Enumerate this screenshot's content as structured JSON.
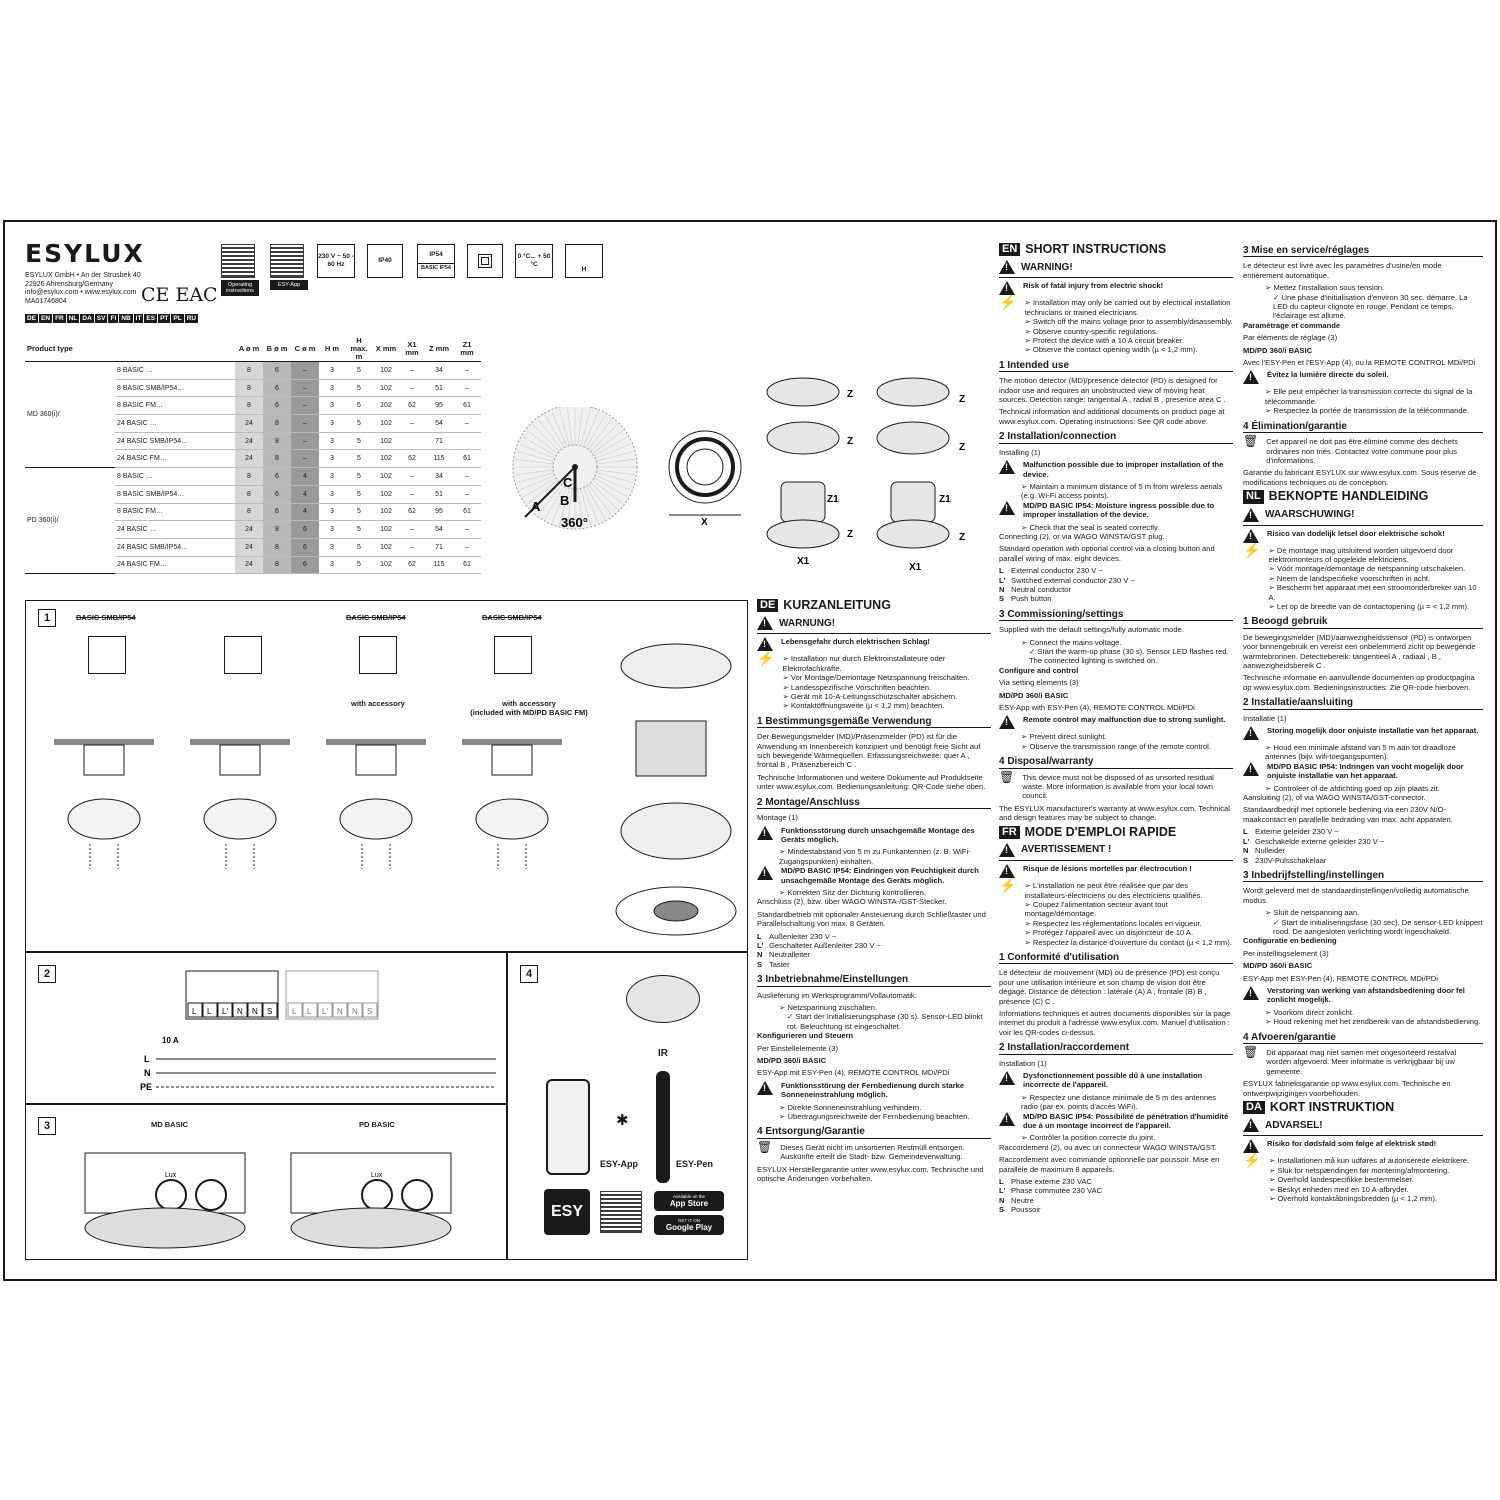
{
  "brand": {
    "logo": "ESYLUX",
    "address": [
      "ESYLUX GmbH • An der Strusbek 40",
      "22926 Ahrensburg/Germany",
      "info@esylux.com • www.esylux.com",
      "MA01746804"
    ],
    "marks": "CE EAC"
  },
  "languages": [
    "DE",
    "EN",
    "FR",
    "NL",
    "DA",
    "SV",
    "FI",
    "NB",
    "IT",
    "ES",
    "PT",
    "PL",
    "RU"
  ],
  "qr": [
    {
      "caption": "Operating instructions"
    },
    {
      "caption": "ESY-App"
    }
  ],
  "symbols": [
    {
      "text": "230 V ~ 50 - 60 Hz"
    },
    {
      "text": "IP40"
    },
    {
      "text": "IP54",
      "sub": "BASIC IP54"
    },
    {
      "text": "0 °C... + 50 °C"
    },
    {
      "text": "H"
    }
  ],
  "table": {
    "header": {
      "product": "Product type",
      "cols": [
        "A ø m",
        "B ø m",
        "C ø m",
        "H m",
        "H max. m",
        "X mm",
        "X1 mm",
        "Z mm",
        "Z1 mm"
      ]
    },
    "groups": [
      {
        "name": "MD 360(i)/",
        "rows": [
          [
            "8 BASIC …",
            "8",
            "6",
            "–",
            "3",
            "5",
            "102",
            "–",
            "34",
            "–"
          ],
          [
            "8 BASIC SMB/IP54…",
            "8",
            "6",
            "–",
            "3",
            "5",
            "102",
            "–",
            "51",
            "–"
          ],
          [
            "8 BASIC FM…",
            "8",
            "6",
            "–",
            "3",
            "5",
            "102",
            "62",
            "95",
            "61"
          ],
          [
            "24 BASIC …",
            "24",
            "8",
            "–",
            "3",
            "5",
            "102",
            "–",
            "54",
            "–"
          ],
          [
            "24 BASIC SMB/IP54…",
            "24",
            "8",
            "–",
            "3",
            "5",
            "102",
            "",
            "71",
            ""
          ],
          [
            "24 BASIC FM…",
            "24",
            "8",
            "–",
            "3",
            "5",
            "102",
            "62",
            "115",
            "61"
          ]
        ]
      },
      {
        "name": "PD 360(i)/",
        "rows": [
          [
            "8 BASIC …",
            "8",
            "6",
            "4",
            "3",
            "5",
            "102",
            "–",
            "34",
            "–"
          ],
          [
            "8 BASIC SMB/IP54…",
            "8",
            "6",
            "4",
            "3",
            "5",
            "102",
            "–",
            "51",
            "–"
          ],
          [
            "8 BASIC FM…",
            "8",
            "6",
            "4",
            "3",
            "5",
            "102",
            "62",
            "95",
            "61"
          ],
          [
            "24 BASIC …",
            "24",
            "8",
            "6",
            "3",
            "5",
            "102",
            "–",
            "54",
            "–"
          ],
          [
            "24 BASIC SMB/IP54…",
            "24",
            "8",
            "6",
            "3",
            "5",
            "102",
            "–",
            "71",
            "–"
          ],
          [
            "24 BASIC FM…",
            "24",
            "8",
            "6",
            "3",
            "5",
            "102",
            "62",
            "115",
            "61"
          ]
        ]
      }
    ]
  },
  "figures": {
    "detect": {
      "a": "A",
      "b": "B",
      "c": "C",
      "deg": "360°"
    },
    "x": "X",
    "z": "Z",
    "z1": "Z1",
    "x1": "X1"
  },
  "panels": {
    "p1": {
      "num": "1",
      "labels": [
        "BASIC SMB/IP54",
        "BASIC SMB/IP54",
        "BASIC SMB/IP54"
      ],
      "acc1": "with accessory",
      "acc2": "with accessory",
      "acc2b": "(included with MD/PD BASIC FM)"
    },
    "p2": {
      "num": "2",
      "terms1": [
        "L",
        "L",
        "L'",
        "N",
        "N",
        "S"
      ],
      "terms2": [
        "L",
        "L",
        "L'",
        "N",
        "N",
        "S"
      ],
      "lines": [
        "L",
        "N",
        "PE"
      ],
      "fuse": "10 A"
    },
    "p3": {
      "num": "3",
      "md": "MD BASIC",
      "pd": "PD BASIC",
      "lux": "Lux"
    },
    "p4": {
      "num": "4",
      "ir": "IR",
      "app": "ESY-App",
      "pen": "ESY-Pen",
      "esy": "ESY",
      "appstore": "App Store",
      "appstore_top": "Available on the",
      "play": "Google Play",
      "play_top": "GET IT ON"
    }
  },
  "de": {
    "tag": "DE",
    "title": "KURZANLEITUNG",
    "warning": "WARNUNG!",
    "risk": "Lebensgefahr durch elektrischen Schlag!",
    "risk_list": [
      "Installation nur durch Elektroinstallateure oder Elektrofachkräfte.",
      "Vor Montage/Demontage Netzspannung freischalten.",
      "Landesspezifische Vorschriften beachten.",
      "Gerät mit 10-A-Leitungsschutzschalter absichern.",
      "Kontaktöffnungsweite (µ < 1,2 mm) beachten."
    ],
    "h1": "1  Bestimmungsgemäße Verwendung",
    "p1": "Der Bewegungsmelder (MD)/Präsenzmelder (PD) ist für die Anwendung im Innenbereich konzipiert und benötigt freie Sicht auf sich bewegende Wärmequellen. Erfassungsreichweite: quer A , frontal B , Präsenzbereich C .",
    "p1b": "Technische Informationen und weitere Dokumente auf Produktseite unter www.esylux.com. Bedienungsanleitung: QR-Code siehe oben.",
    "h2": "2  Montage/Anschluss",
    "mont": "Montage (1)",
    "w1": "Funktionsstörung durch unsachgemäße Montage des Geräts möglich.",
    "w1l": "Mindestabstand von 5 m zu Funkantennen (z. B. WiFi-Zugangspunkten) einhalten.",
    "w2": "MD/PD BASIC IP54: Eindringen von Feuchtigkeit durch unsachgemäße Montage des Geräts möglich.",
    "w2l": "Korrekten Sitz der Dichtung kontrollieren.",
    "conn": "Anschluss (2), bzw. über WAGO WINSTA-/GST-Stecker.",
    "conn2": "Standardbetrieb mit optionaler Ansteuerung durch Schließtaster und Parallelschaltung von max. 8 Geräten.",
    "terms": [
      [
        "L",
        "Außenleiter 230 V ~"
      ],
      [
        "L'",
        "Geschalteter Außenleiter 230 V ~"
      ],
      [
        "N",
        "Neutralleiter"
      ],
      [
        "S",
        "Taster"
      ]
    ],
    "h3": "3  Inbetriebnahme/Einstellungen",
    "p3": "Auslieferung im Werksprogramm/Vollautomatik.",
    "p3l": "Netzspannung zuschalten.",
    "p3c": "Start der Initialisierungsphase (30 s). Sensor-LED blinkt rot. Beleuchtung ist eingeschaltet.",
    "cfg": "Konfigurieren und Steuern",
    "cfg2": "Per Einstellelemente (3)",
    "cfg3": "MD/PD 360/i BASIC",
    "cfg4": "ESY-App mit ESY-Pen (4), REMOTE CONTROL MDi/PDi",
    "w3": "Funktionsstörung der Fernbedienung durch starke Sonneneinstrahlung möglich.",
    "w3l": [
      "Direkte Sonneneinstrahlung verhindern.",
      "Übertragungsreichweite der Fernbedienung beachten."
    ],
    "h4": "4  Entsorgung/Garantie",
    "p4": "Dieses Gerät nicht im unsortierten Restmüll entsorgen. Auskünfte erteilt die Stadt- bzw. Gemeindeverwaltung.",
    "p4b": "ESYLUX Herstellergarantie unter www.esylux.com. Technische und optische Änderungen vorbehalten."
  },
  "en": {
    "tag": "EN",
    "title": "SHORT INSTRUCTIONS",
    "warning": "WARNING!",
    "risk": "Risk of fatal injury from electric shock!",
    "risk_list": [
      "Installation may only be carried out by electrical installation technicians or trained electricians.",
      "Switch off the mains voltage prior to assembly/disassembly.",
      "Observe country-specific regulations.",
      "Protect the device with a 10 A circuit breaker.",
      "Observe the contact opening width (µ < 1,2 mm)."
    ],
    "h1": "1  Intended use",
    "p1": "The motion detector (MD)/presence detector (PD) is designed for indoor use and requires an unobstructed view of moving heat sources. Detection range: tangential A , radial B , presence area C .",
    "p1b": "Technical information and additional documents on product page at www.esylux.com. Operating instructions: See QR code above.",
    "h2": "2  Installation/connection",
    "mont": "Installing (1)",
    "w1": "Malfunction possible due to improper installation of the device.",
    "w1l": "Maintain a minimum distance of 5 m from wireless aerials (e.g. Wi-Fi access points).",
    "w2": "MD/PD BASIC IP54: Moisture ingress possible due to improper installation of the device.",
    "w2l": "Check that the seal is seated correctly.",
    "conn": "Connecting (2), or via WAGO WINSTA/GST plug.",
    "conn2": "Standard operation with optional control via a closing button and parallel wiring of max. eight devices.",
    "terms": [
      [
        "L",
        "External conductor 230 V ~"
      ],
      [
        "L'",
        "Switched external conductor 230 V ~"
      ],
      [
        "N",
        "Neutral conductor"
      ],
      [
        "S",
        "Push button"
      ]
    ],
    "h3": "3  Commissioning/settings",
    "p3": "Supplied with the default settings/fully automatic mode.",
    "p3l": "Connect the mains voltage.",
    "p3c": "Start the warm-up phase (30 s). Sensor LED flashes red. The connected lighting is switched on.",
    "cfg": "Configure and control",
    "cfg2": "Via setting elements (3)",
    "cfg3": "MD/PD 360/i BASIC",
    "cfg4": "ESY-App with ESY-Pen (4), REMOTE CONTROL MDi/PDi",
    "w3": "Remote control may malfunction due to strong sunlight.",
    "w3l": [
      "Prevent direct sunlight.",
      "Observe the transmission range of the remote control."
    ],
    "h4": "4  Disposal/warranty",
    "p4": "This device must not be disposed of as unsorted residual waste. More information is available from your local town council.",
    "p4b": "The ESYLUX manufacturer's warranty at www.esylux.com. Technical and design features may be subject to change."
  },
  "fr": {
    "tag": "FR",
    "title": "MODE D'EMPLOI RAPIDE",
    "warning": "AVERTISSEMENT !",
    "risk": "Risque de lésions mortelles par électrocution !",
    "risk_list": [
      "L'installation ne peut être réalisée que par des installateurs-électriciens ou des électriciens qualifiés.",
      "Coupez l'alimentation secteur avant tout montage/démontage.",
      "Respectez les réglementations locales en vigueur.",
      "Protégez l'appareil avec un disjoncteur de 10 A.",
      "Respectez la distance d'ouverture du contact (µ < 1,2 mm)."
    ],
    "h1": "1  Conformité d'utilisation",
    "p1": "Le détecteur de mouvement (MD) ou de présence (PD) est conçu pour une utilisation intérieure et son champ de vision doit être dégagé. Distance de détection : latérale (A) A , frontale (B) B , présence (C) C .",
    "p1b": "Informations techniques et autres documents disponibles sur la page internet du produit à l'adresse www.esylux.com. Manuel d'utilisation : voir les QR-codes ci-dessus.",
    "h2": "2  Installation/raccordement",
    "mont": "Installation (1)",
    "w1": "Dysfonctionnement possible dû à une installation incorrecte de l'appareil.",
    "w1l": "Respectez une distance minimale de 5 m des antennes radio (par ex. points d'accès WiFi).",
    "w2": "MD/PD BASIC IP54: Possibilité de pénétration d'humidité due à un montage incorrect de l'appareil.",
    "w2l": "Contrôler la position correcte du joint.",
    "conn": "Raccordement (2), ou avec un connecteur WAGO WINSTA/GST.",
    "conn2": "Raccordement avec commande optionnelle par poussoir. Mise en parallèle de maximum 8 appareils.",
    "terms": [
      [
        "L",
        "Phase externe 230 VAC"
      ],
      [
        "L'",
        "Phase commutée 230 VAC"
      ],
      [
        "N",
        "Neutre"
      ],
      [
        "S",
        "Poussoir"
      ]
    ],
    "h3": "3  Mise en service/réglages",
    "p3": "Le détecteur est livré avec les paramètres d'usine/en mode entièrement automatique.",
    "p3l": "Mettez l'installation sous tension.",
    "p3c": "Une phase d'initialisation d'environ 30 sec. démarre. La LED du capteur clignote en rouge. Pendant ce temps, l'éclairage est allumé.",
    "cfg": "Paramétrage et commande",
    "cfg2": "Par éléments de réglage (3)",
    "cfg3": "MD/PD 360/i BASIC",
    "cfg4": "Avec l'ESY-Pen et l'ESY-App (4), ou la REMOTE CONTROL MDi/PDi",
    "w3": "Évitez la lumière directe du soleil.",
    "w3l": [
      "Elle peut empêcher la transmission correcte du signal de la télécommande.",
      "Respectez la portée de transmission de la télécommande."
    ],
    "h4": "4  Élimination/garantie",
    "p4": "Cet appareil ne doit pas être éliminé comme des déchets ordinaires non triés. Contactez votre commune pour plus d'informations.",
    "p4b": "Garantie du fabricant ESYLUX sur www.esylux.com. Sous réserve de modifications techniques ou de conception."
  },
  "nl": {
    "tag": "NL",
    "title": "BEKNOPTE HANDLEIDING",
    "warning": "WAARSCHUWING!",
    "risk": "Risico van dodelijk letsel door elektrische schok!",
    "risk_list": [
      "De montage mag uitsluitend worden uitgevoerd door elektromonteurs of opgeleide elektriciens.",
      "Vóór montage/demontage de netspanning uitschakelen.",
      "Neem de landspecifieke voorschriften in acht.",
      "Bescherm het apparaat met een stroomonderbreker van 10 A.",
      "Let op de breedte van de contactopening (µ = < 1,2 mm)."
    ],
    "h1": "1  Beoogd gebruik",
    "p1": "De bewegingsmelder (MD)/aanwezigheidssensor (PD) is ontworpen voor binnengebruik en vereist een onbelemmerd zicht op bewegende warmtebronnen. Detectiebereik: tangentieel A , radiaal , B , aanwezigheidsbereik C .",
    "p1b": "Technische informatie en aanvullende documenten op productpagina op www.esylux.com. Bedieningsinstructies: Zie QR-code hierboven.",
    "h2": "2  Installatie/aansluiting",
    "mont": "Installatie (1)",
    "w1": "Storing mogelijk door onjuiste installatie van het apparaat.",
    "w1l": "Houd een minimale afstand van 5 m aan tot draadloze antennes (bijv. wifi-toegangspunten).",
    "w2": "MD/PD BASIC IP54: Indringen van vocht mogelijk door onjuiste installatie van het apparaat.",
    "w2l": "Controleer of de afdichting goed op zijn plaats zit.",
    "conn": "Aansluiting (2), of via WAGO WINSTA/GST-connector.",
    "conn2": "Standaardbedrijf met optionele bediening via een 230V N/O-maakcontact en parallelle bedrading van max. acht apparaten.",
    "terms": [
      [
        "L",
        "Externe geleider 230 V ~"
      ],
      [
        "L'",
        "Geschakelde externe geleider 230 V ~"
      ],
      [
        "N",
        "Nulleider"
      ],
      [
        "S",
        "230V-Pulsschakelaar"
      ]
    ],
    "h3": "3  Inbedrijfstelling/instellingen",
    "p3": "Wordt geleverd met de standaardinstellingen/volledig automatische modus.",
    "p3l": "Sluit de netspanning aan.",
    "p3c": "Start de initialiseringsfase (30 sec). De sensor-LED knippert rood. De aangesloten verlichting wordt ingeschakeld.",
    "cfg": "Configuratie en bediening",
    "cfg2": "Per instellingselement (3)",
    "cfg3": "MD/PD 360/i BASIC",
    "cfg4": "ESY-App met ESY-Pen (4), REMOTE CONTROL MDi/PDi",
    "w3": "Verstoring van werking van afstandsbediening door fel zonlicht mogelijk.",
    "w3l": [
      "Voorkom direct zonlicht.",
      "Houd rekening met het zendbereik van de afstandsbediening."
    ],
    "h4": "4  Afvoeren/garantie",
    "p4": "Dit apparaat mag niet samen met ongesorteerd restafval worden afgevoerd. Meer informatie is verkrijgbaar bij uw gemeente.",
    "p4b": "ESYLUX fabrieksgarantie op www.esylux.com. Technische en ontwerpwijzigingen voorbehouden."
  },
  "da": {
    "tag": "DA",
    "title": "KORT INSTRUKTION",
    "warning": "ADVARSEL!",
    "risk": "Risiko for dødsfald som følge af elektrisk stød!",
    "risk_list": [
      "Installationen må kun udføres af autoriserede elektrikere.",
      "Sluk for netspændingen før montering/afmontering.",
      "Overhold landespecifikke bestemmelser.",
      "Beskyt enheden med en 10 A-afbryder.",
      "Overhold kontaktåbningsbredden (µ < 1,2 mm)."
    ]
  }
}
